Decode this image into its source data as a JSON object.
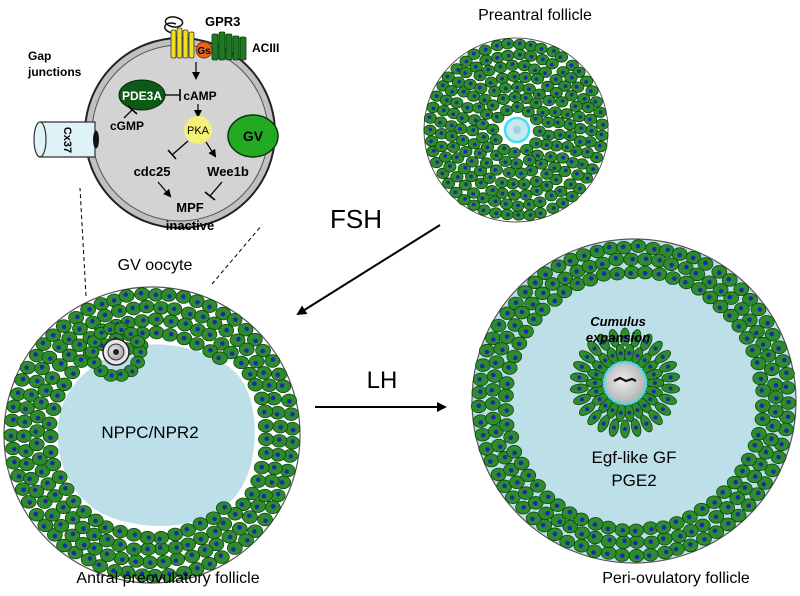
{
  "labels": {
    "preantral": "Preantral follicle",
    "fsh": "FSH",
    "lh": "LH",
    "antral": "Antral preovulatory follicle",
    "periovulatory": "Peri-ovulatory follicle",
    "gv_oocyte": "GV oocyte",
    "gap_junctions_line1": "Gap",
    "gap_junctions_line2": "junctions",
    "cx37": "Cx37",
    "npp": "NPPC/NPR2",
    "cumulus_line1": "Cumulus",
    "cumulus_line2": "expansion",
    "egf": "Egf-like GF",
    "pge2": "PGE2"
  },
  "pathway": {
    "gpr3": "GPR3",
    "gs": "Gs",
    "aciii": "ACIII",
    "pde3a": "PDE3A",
    "camp": "cAMP",
    "cgmp": "cGMP",
    "pka": "PKA",
    "gv": "GV",
    "cdc25": "cdc25",
    "wee1b": "Wee1b",
    "mpf_line1": "MPF",
    "mpf_line2": "inactive"
  },
  "colors": {
    "cell_fill": "#2e8b2e",
    "cell_stroke": "#0b3d0b",
    "nucleus": "#1a2aa8",
    "antrum": "#bde0e8",
    "oocyte_gray": "#c8c8c8",
    "gv_green": "#22aa22",
    "pde_dark": "#0d5a16",
    "pka_yellow": "#f5f07a",
    "gs_orange": "#e8641e",
    "gpr3_yellow": "#f0e020",
    "zona_cyan": "#40e0f0"
  }
}
